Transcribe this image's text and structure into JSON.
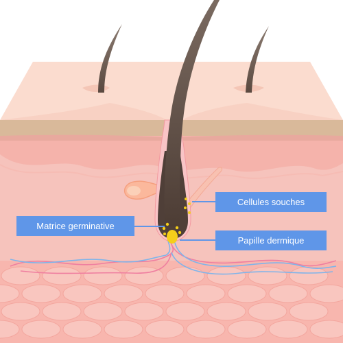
{
  "labels": {
    "stem_cells": "Cellules souches",
    "germinal_matrix": "Matrice germinative",
    "dermal_papilla": "Papille dermique"
  },
  "colors": {
    "epidermis": "#f9d5c8",
    "hypodermis": "#f8b0a8",
    "dermis": "#f6c2bb",
    "hair": "#5a4940",
    "label_fill": "#5f96e8",
    "papilla": "#f5cf1a",
    "nerve_pink": "#ef7fa0",
    "nerve_blue": "#7fb4ea"
  }
}
